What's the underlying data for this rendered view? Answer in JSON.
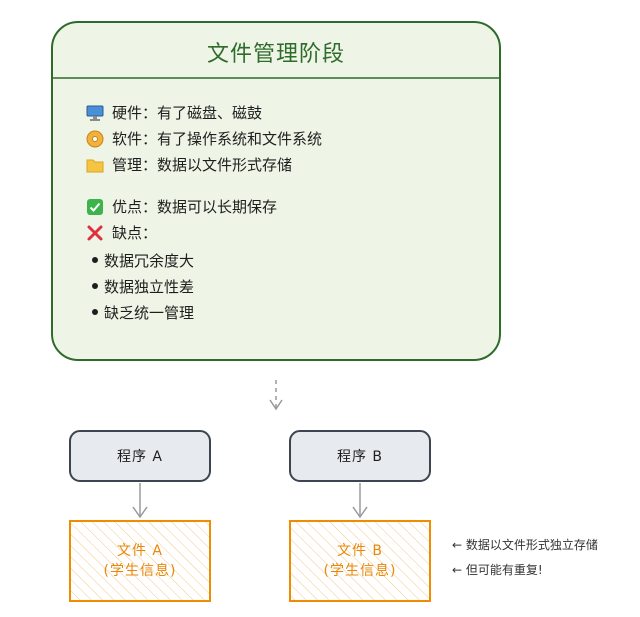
{
  "card": {
    "title": "文件管理阶段",
    "hardware": {
      "icon": "computer-icon",
      "text": "硬件：有了磁盘、磁鼓"
    },
    "software": {
      "icon": "cd-icon",
      "text": "软件：有了操作系统和文件系统"
    },
    "management": {
      "icon": "folder-icon",
      "text": "管理：数据以文件形式存储"
    },
    "pros": {
      "icon": "check-icon",
      "text": "优点：数据可以长期保存"
    },
    "cons": {
      "icon": "cross-icon",
      "text": "缺点："
    },
    "cons_list": [
      "数据冗余度大",
      "数据独立性差",
      "缺乏统一管理"
    ]
  },
  "programs": [
    {
      "label": "程序 A"
    },
    {
      "label": "程序 B"
    }
  ],
  "files": [
    {
      "line1": "文件 A",
      "line2": "(学生信息)"
    },
    {
      "line1": "文件 B",
      "line2": "(学生信息)"
    }
  ],
  "notes": [
    "← 数据以文件形式独立存储",
    "← 但可能有重复!"
  ],
  "colors": {
    "card_bg": "#eef5e6",
    "card_border": "#2f6b2b",
    "program_bg": "#e7ebef",
    "program_border": "#3d4550",
    "file_border": "#f08c00",
    "arrow": "#9a9a9a"
  }
}
